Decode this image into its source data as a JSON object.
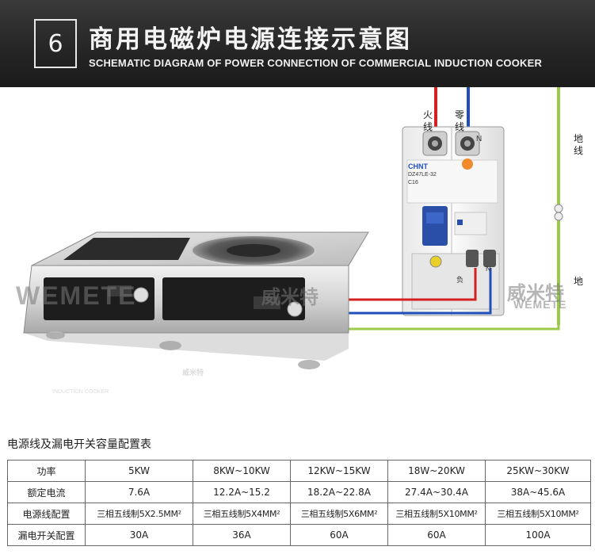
{
  "header": {
    "number": "6",
    "title_cn": "商用电磁炉电源连接示意图",
    "title_en": "SCHEMATIC DIAGRAM OF POWER CONNECTION OF COMMERCIAL INDUCTION COOKER"
  },
  "diagram": {
    "label_live": "火线",
    "label_neutral": "零线",
    "label_ground": "地线",
    "label_ground_2": "地",
    "breaker_brand": "CHNT",
    "breaker_model": "DZ47LE-32",
    "breaker_rating": "C16",
    "terminal_n_top": "N",
    "terminal_n_bottom": "N",
    "terminal_live_bottom": "负",
    "watermark_cn": "威米特",
    "watermark_en": "WEMETE",
    "cooker_brand": "威米特",
    "cooker_text": "INDUCTION COOKER",
    "colors": {
      "live_wire": "#d42020",
      "neutral_wire": "#1f4fb8",
      "ground_wire": "#9bc94a"
    }
  },
  "table": {
    "title": "电源线及漏电开关容量配置表",
    "rows": [
      [
        "功率",
        "5KW",
        "8KW~10KW",
        "12KW~15KW",
        "18W~20KW",
        "25KW~30KW"
      ],
      [
        "额定电流",
        "7.6A",
        "12.2A~15.2",
        "18.2A~22.8A",
        "27.4A~30.4A",
        "38A~45.6A"
      ],
      [
        "电源线配置",
        "三相五线制5X2.5MM²",
        "三相五线制5X4MM²",
        "三相五线制5X6MM²",
        "三相五线制5X10MM²",
        "三相五线制5X10MM²"
      ],
      [
        "漏电开关配置",
        "30A",
        "36A",
        "60A",
        "60A",
        "100A"
      ]
    ]
  }
}
